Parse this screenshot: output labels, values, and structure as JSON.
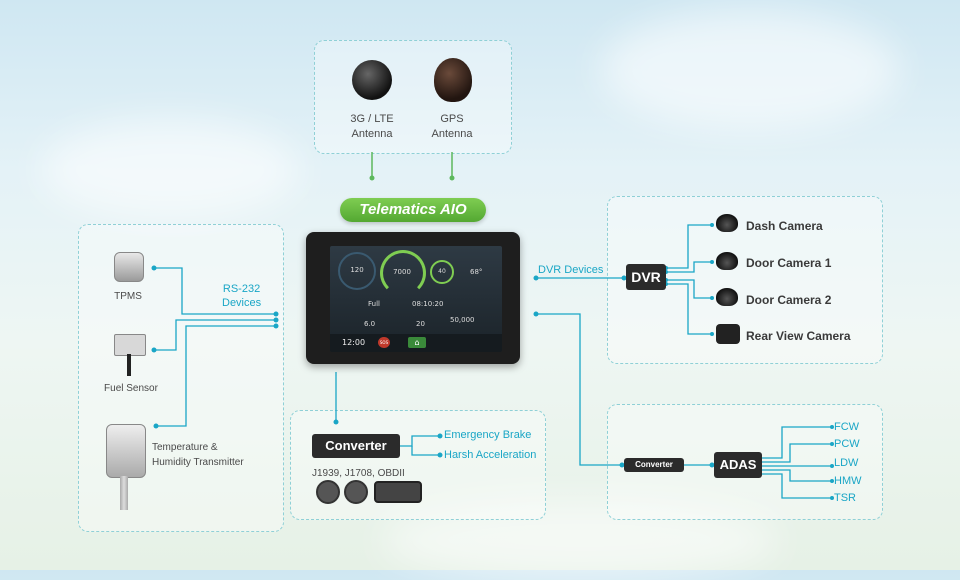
{
  "title": "Telematics AIO",
  "antennas": [
    {
      "line1": "3G / LTE",
      "line2": "Antenna"
    },
    {
      "line1": "GPS",
      "line2": "Antenna"
    }
  ],
  "left_devices": {
    "tpms": "TPMS",
    "fuel": "Fuel Sensor",
    "temp_line1": "Temperature &",
    "temp_line2": "Humidity Transmitter",
    "rs232_line1": "RS-232",
    "rs232_line2": "Devices"
  },
  "screen": {
    "speed": "120",
    "rpm": "7000",
    "fuel_pct": "40",
    "temp": "68°",
    "fuel_label": "Full",
    "time1": "08:10:20",
    "consumption": "6.0",
    "volts": "20",
    "odometer": "50,000",
    "clock": "12:00",
    "sos": "SOS"
  },
  "converter": {
    "label": "Converter",
    "protocols": "J1939, J1708, OBDII",
    "outputs": [
      "Emergency Brake",
      "Harsh Acceleration"
    ]
  },
  "dvr": {
    "link_label": "DVR Devices",
    "label": "DVR",
    "cameras": [
      "Dash Camera",
      "Door Camera 1",
      "Door Camera 2",
      "Rear View Camera"
    ]
  },
  "adas": {
    "converter_label": "Converter",
    "label": "ADAS",
    "items": [
      "FCW",
      "PCW",
      "LDW",
      "HMW",
      "TSR"
    ]
  },
  "colors": {
    "accent": "#1aa6c6",
    "wire": "#1aa6c6",
    "title_green": "#6cc04a",
    "antenna_wire": "#5cb85c"
  }
}
